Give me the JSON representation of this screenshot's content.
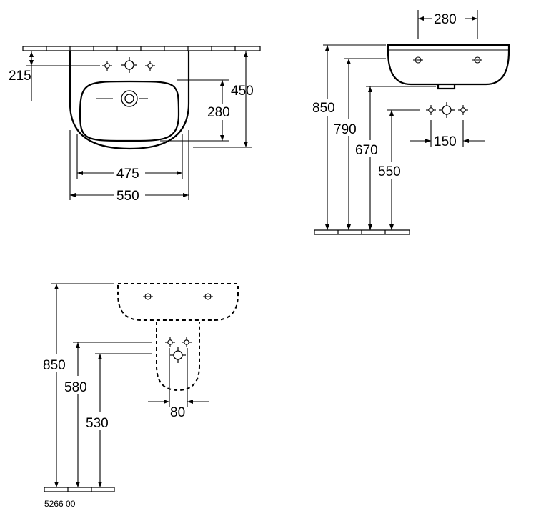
{
  "drawing": {
    "reference_code": "5266 00",
    "top_view": {
      "depth_to_taps": "215",
      "total_depth": "450",
      "bowl_depth": "280",
      "bowl_width": "475",
      "total_width": "550"
    },
    "side_view": {
      "fixing_spacing": "280",
      "rim_height": "850",
      "underside_height": "790",
      "outlet_height": "670",
      "supply_height": "550",
      "supply_spacing": "150"
    },
    "pedestal_view": {
      "rim_height": "850",
      "supply_height": "580",
      "waste_height": "530",
      "pedestal_gap": "80"
    }
  }
}
